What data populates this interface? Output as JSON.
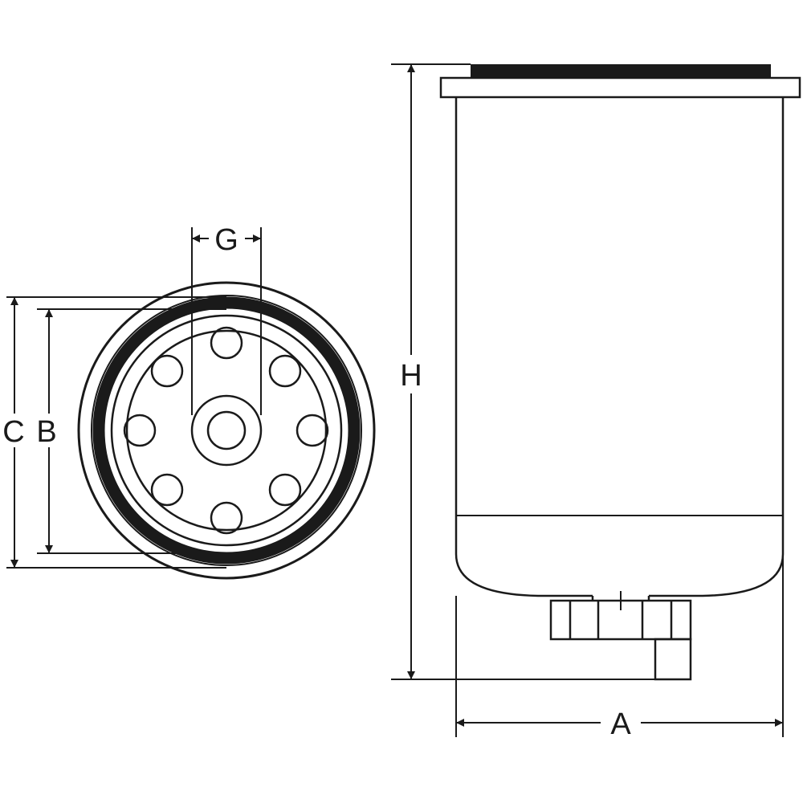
{
  "labels": {
    "G": "G",
    "C": "C",
    "B": "B",
    "H": "H",
    "A": "A"
  },
  "colors": {
    "line": "#1a1a1a",
    "background": "#ffffff"
  }
}
